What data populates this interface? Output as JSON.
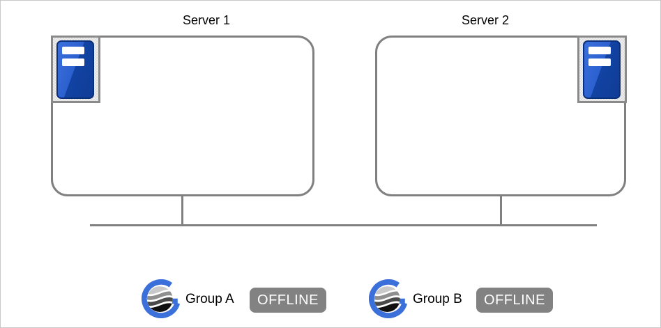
{
  "servers": [
    {
      "label": "Server 1",
      "icon": "server-tower-icon"
    },
    {
      "label": "Server 2",
      "icon": "server-tower-icon"
    }
  ],
  "groups": [
    {
      "label": "Group A",
      "status": "OFFLINE",
      "icon": "group-globe-icon"
    },
    {
      "label": "Group B",
      "status": "OFFLINE",
      "icon": "group-globe-icon"
    }
  ],
  "colors": {
    "canvas_border": "#c9c9c9",
    "box_border": "#808080",
    "network_line": "#808080",
    "icon_frame_bg": "#e8e8e8",
    "icon_frame_border": "#8a8a8a",
    "server_icon_blue": "#2c60cf",
    "server_icon_blue_dark": "#0f3c96",
    "group_logo_blue": "#3b6fd9",
    "status_badge_bg": "#828282",
    "status_badge_text": "#ffffff"
  }
}
